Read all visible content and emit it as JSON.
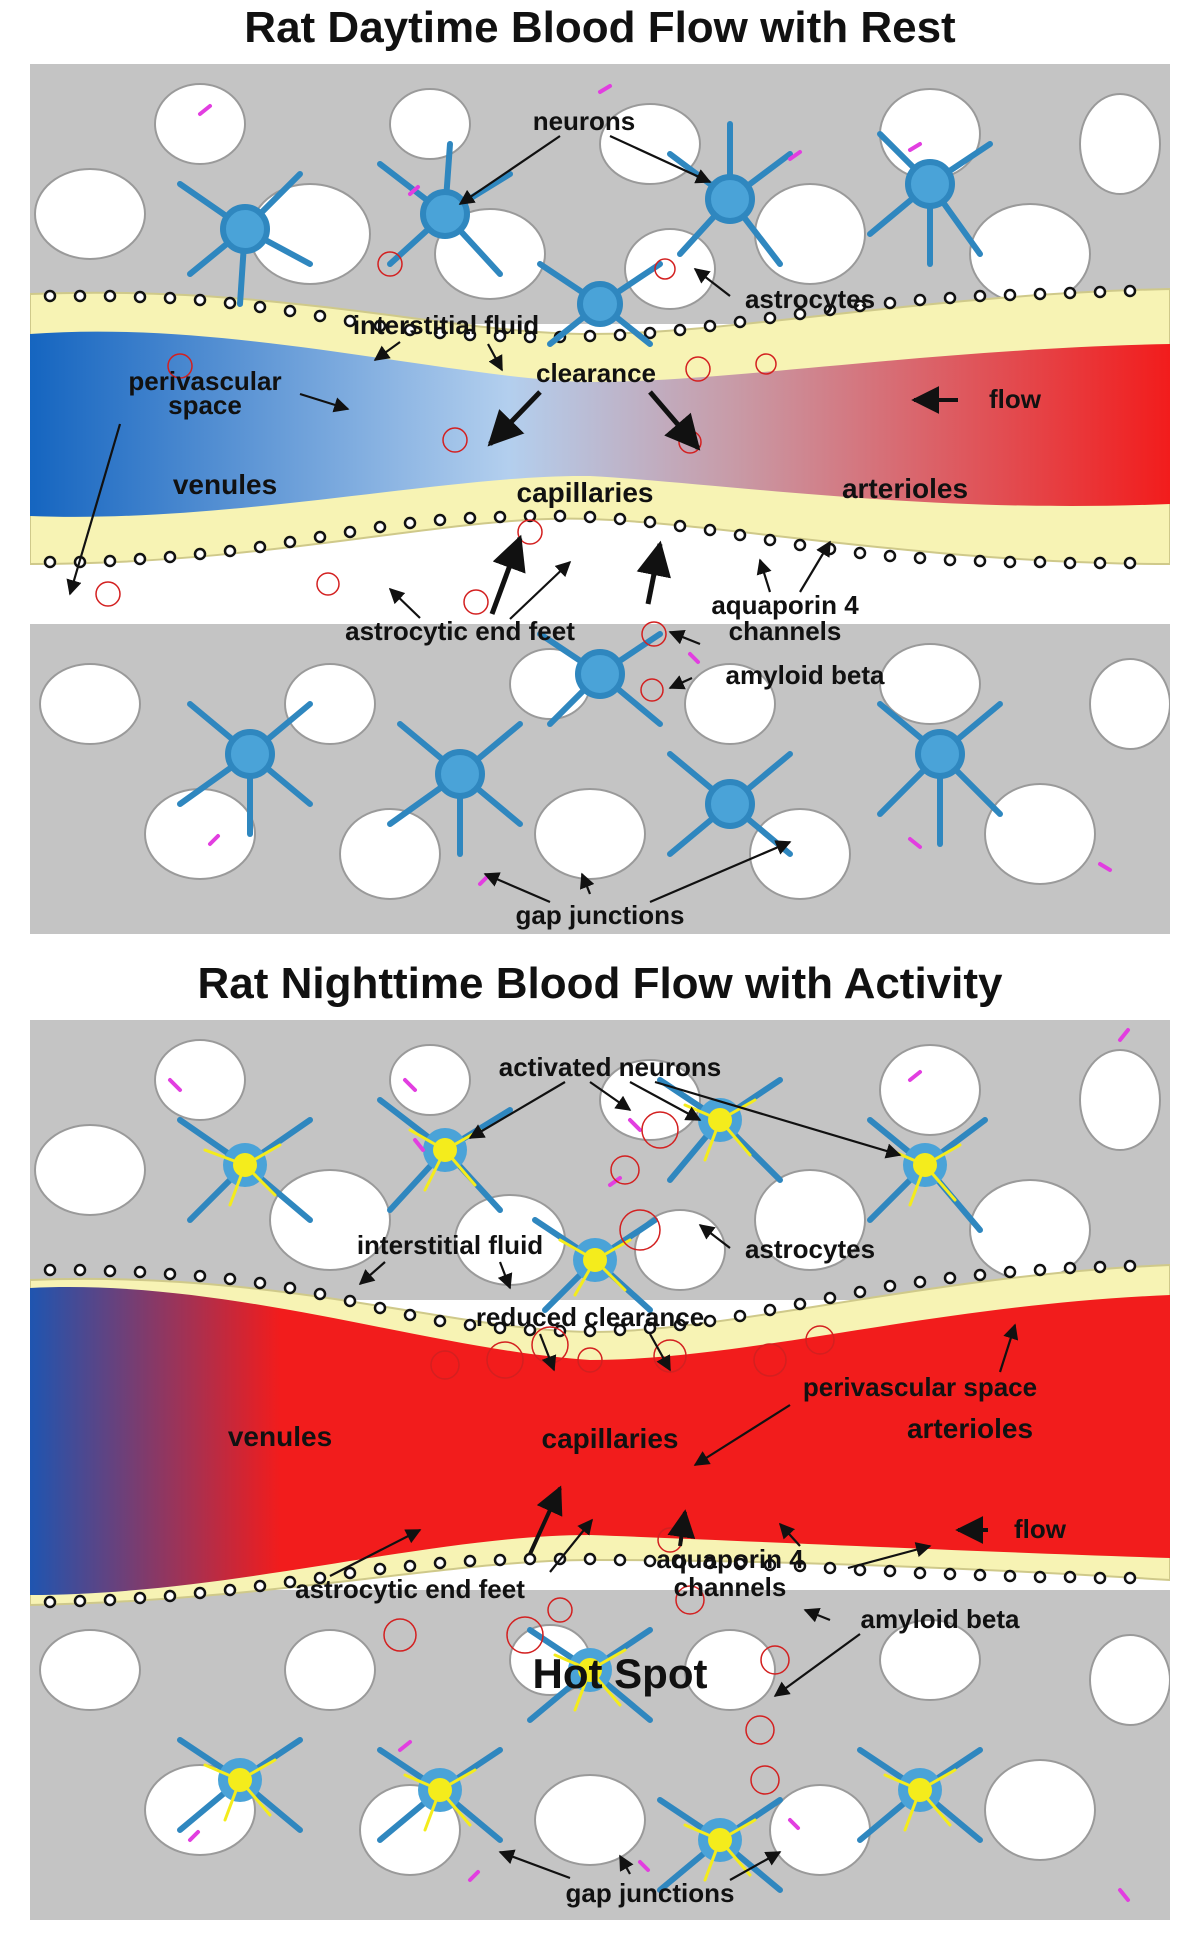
{
  "day": {
    "title": "Rat Daytime Blood Flow with Rest",
    "labels": {
      "neurons": "neurons",
      "astrocytes": "astrocytes",
      "interstitial_fluid": "interstitial fluid",
      "clearance": "clearance",
      "perivascular_line1": "perivascular",
      "perivascular_line2": "space",
      "flow": "flow",
      "venules": "venules",
      "capillaries": "capillaries",
      "arterioles": "arterioles",
      "aquaporin_line1": "aquaporin 4",
      "aquaporin_line2": "channels",
      "astrocytic_end_feet": "astrocytic end feet",
      "amyloid_beta": "amyloid beta",
      "gap_junctions": "gap junctions"
    }
  },
  "night": {
    "title": "Rat Nighttime Blood Flow with Activity",
    "labels": {
      "activated_neurons": "activated neurons",
      "interstitial_fluid": "interstitial fluid",
      "astrocytes": "astrocytes",
      "reduced_clearance": "reduced clearance",
      "perivascular_space": "perivascular space",
      "venules": "venules",
      "capillaries": "capillaries",
      "arterioles": "arterioles",
      "flow": "flow",
      "aquaporin_line1": "aquaporin 4",
      "aquaporin_line2": "channels",
      "astrocytic_end_feet": "astrocytic end feet",
      "amyloid_beta": "amyloid beta",
      "hot_spot": "Hot Spot",
      "gap_junctions": "gap junctions"
    }
  },
  "colors": {
    "venule_blue": "#1565c0",
    "artery_red": "#f21c1c",
    "perivascular_yellow": "#f7f3b4",
    "astrocyte_gray": "#b9b9b9",
    "neuron_blue": "#4aa3d8",
    "activated_yellow": "#f4ec1c",
    "gap_junction_magenta": "#e23ee0",
    "amyloid_red": "#d32020"
  }
}
